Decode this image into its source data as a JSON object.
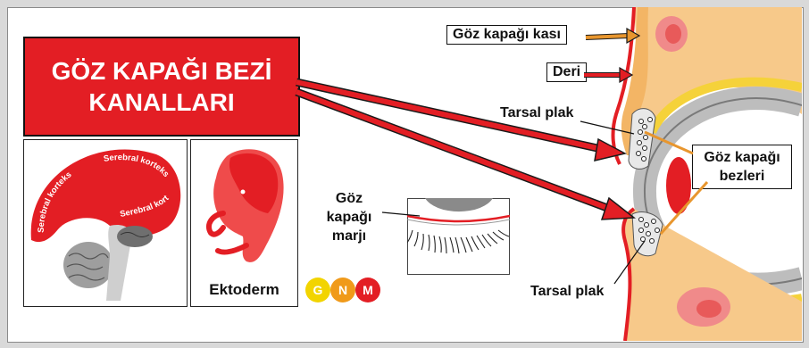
{
  "title": {
    "line1": "GÖZ KAPAĞI BEZİ",
    "line2": "KANALLARI"
  },
  "brain": {
    "label": "Serebral korteks"
  },
  "embryo": {
    "caption": "Ektoderm"
  },
  "eyelid_margin": {
    "line1": "Göz",
    "line2": "kapağı",
    "line3": "marjı"
  },
  "anatomy": {
    "muscle_label": "Göz kapağı kası",
    "skin_label": "Deri",
    "tarsal_top_label": "Tarsal plak",
    "tarsal_bottom_label": "Tarsal plak",
    "glands_line1": "Göz kapağı",
    "glands_line2": "bezleri"
  },
  "logo": {
    "g": "G",
    "n": "N",
    "m": "M"
  },
  "colors": {
    "title_red": "#e31e24",
    "arrow_red": "#e31e24",
    "arrow_orange": "#e8962e",
    "logo_yellow": "#f2d400",
    "logo_orange": "#f09a1a",
    "logo_red": "#e31e24"
  }
}
